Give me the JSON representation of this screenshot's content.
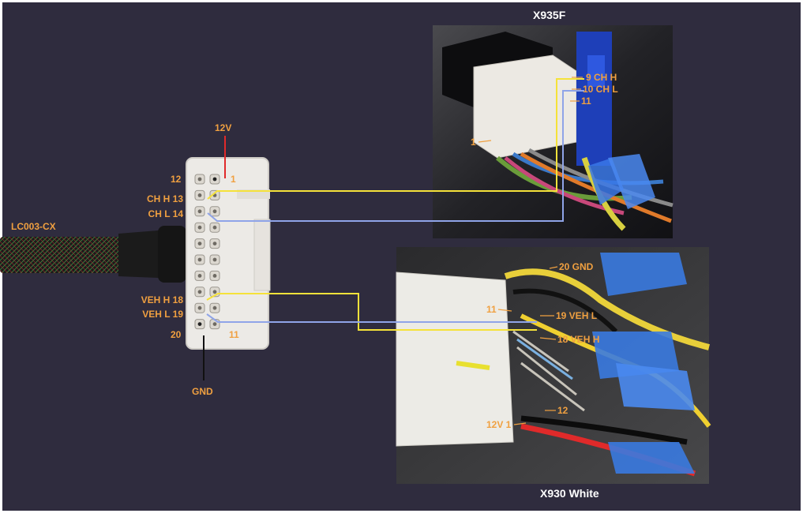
{
  "colors": {
    "background": "#2f2c3e",
    "label": "#f0a040",
    "title": "#ffffff",
    "wire_yellow": "#f5e23a",
    "wire_blue": "#8fa4e8",
    "wire_red": "#e02a2a",
    "wire_black": "#111111"
  },
  "harness": {
    "name": "LC003-CX",
    "power_label": "12V",
    "ground_label": "GND",
    "pins": {
      "p12": "12",
      "p1": "1",
      "ch_h": "CH H 13",
      "ch_l": "CH L 14",
      "veh_h": "VEH H 18",
      "veh_l": "VEH L 19",
      "p20": "20",
      "p11": "11"
    }
  },
  "connector_x935f": {
    "title": "X935F",
    "labels": {
      "ch_h": "9 CH H",
      "ch_l": "10 CH L",
      "p11": "11",
      "p1": "1"
    }
  },
  "connector_x930": {
    "title": "X930 White",
    "labels": {
      "gnd": "20 GND",
      "p11": "11",
      "veh_l": "19 VEH L",
      "veh_h": "18 VEH H",
      "p12": "12",
      "power": "12V 1"
    }
  }
}
